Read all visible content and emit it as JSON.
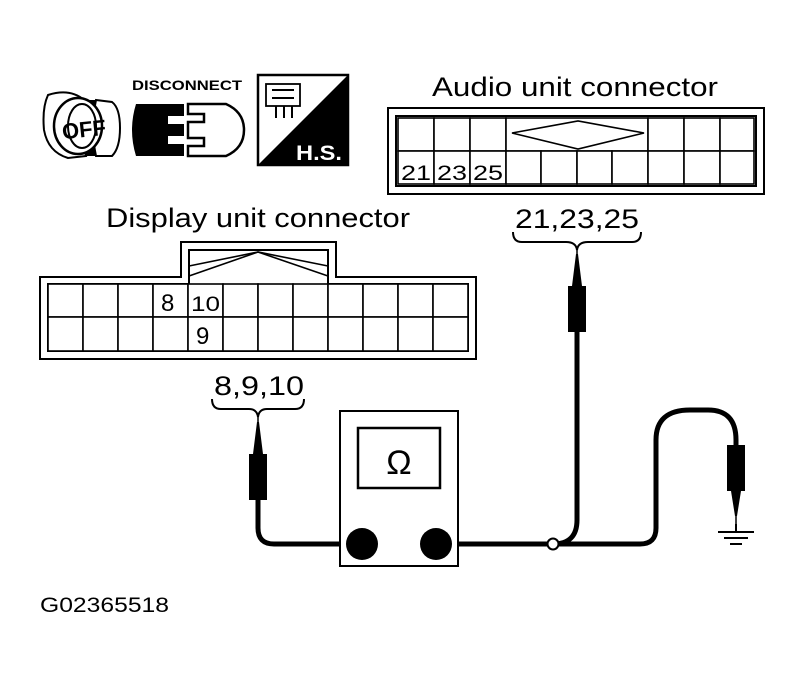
{
  "icons": {
    "ignition": {
      "label": "OFF",
      "icon": "ignition-key-off-icon"
    },
    "disconnect": {
      "label": "DISCONNECT",
      "icon": "connector-disconnect-icon"
    },
    "harness": {
      "label": "H.S.",
      "icon": "harness-side-icon"
    }
  },
  "audio_connector": {
    "title": "Audio unit connector",
    "terminals": [
      "21",
      "23",
      "25"
    ],
    "brace_label": "21,23,25"
  },
  "display_connector": {
    "title": "Display unit connector",
    "terminals": [
      "8",
      "10",
      "9"
    ],
    "brace_label": "8,9,10"
  },
  "meter": {
    "symbol": "Ω",
    "icon": "ohmmeter-icon"
  },
  "ground": {
    "icon": "ground-icon"
  },
  "figure_code": "G02365518"
}
